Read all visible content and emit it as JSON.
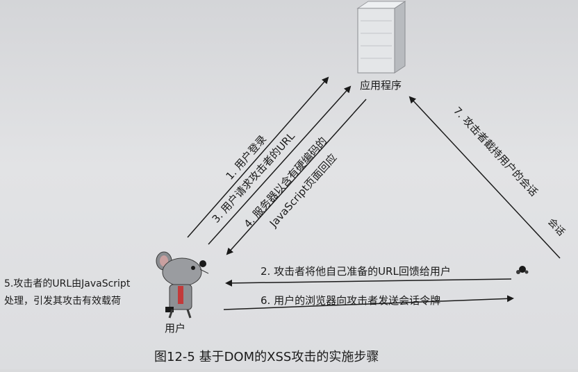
{
  "diagram": {
    "server_label": "应用程序",
    "user_label": "用户",
    "steps": {
      "s1": "1. 用户登录",
      "s2": "2. 攻击者将他自己准备的URL回馈给用户",
      "s3": "3. 用户请求攻击者的URL",
      "s4a": "4. 服务器以含有硬编码的",
      "s4b": "JavaScript页面回应",
      "s5a": "5.攻击者的URL由JavaScript",
      "s5b": "处理，引发其攻击有效载荷",
      "s6": "6. 用户的浏览器向攻击者发送会话令牌",
      "s7": "7. 攻击者截持用户的会话"
    },
    "attacker_note": "会话",
    "caption": "图12-5  基于DOM的XSS攻击的实施步骤"
  }
}
